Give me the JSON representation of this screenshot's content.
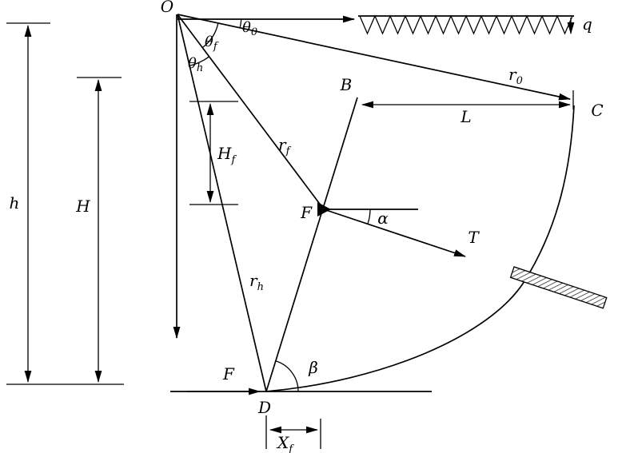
{
  "diagram": {
    "type": "slope-stability-log-spiral-figure",
    "colors": {
      "stroke": "#000000",
      "background": "#ffffff"
    },
    "labels": {
      "origin": "O",
      "surcharge": "q",
      "point_b": "B",
      "point_c": "C",
      "point_d": "D",
      "point_f": "F",
      "force_f": "F",
      "span_l": "L",
      "anchor_tension": "T",
      "angle_alpha": "α",
      "angle_beta": "β",
      "height_total": "h",
      "height_wall": "H",
      "theta_0": {
        "base": "θ",
        "sub": "0"
      },
      "theta_f": {
        "base": "θ",
        "sub": "f"
      },
      "theta_h": {
        "base": "θ",
        "sub": "h"
      },
      "r_0": {
        "base": "r",
        "sub": "0"
      },
      "r_f": {
        "base": "r",
        "sub": "f"
      },
      "r_h": {
        "base": "r",
        "sub": "h"
      },
      "h_f": {
        "base": "H",
        "sub": "f"
      },
      "x_f": {
        "base": "X",
        "sub": "f"
      }
    }
  }
}
